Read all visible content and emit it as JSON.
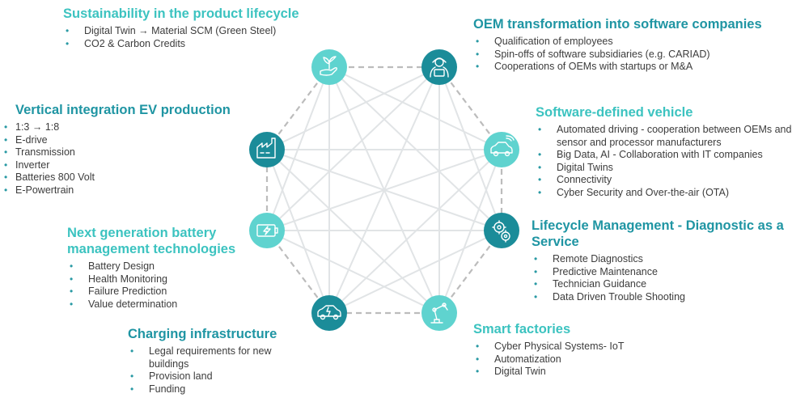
{
  "colors": {
    "light_teal": "#5fd3cf",
    "dark_teal": "#1b8c99",
    "heading_light": "#3cc3c0",
    "heading_dark": "#1f95a3",
    "connector": "#e1e4e6",
    "dash": "#bcbcbc"
  },
  "nodes": [
    {
      "id": "sustainability",
      "icon": "hand-plant-icon",
      "tone": "light"
    },
    {
      "id": "oem",
      "icon": "engineer-laptop-icon",
      "tone": "dark"
    },
    {
      "id": "sdv",
      "icon": "connected-car-icon",
      "tone": "light"
    },
    {
      "id": "lifecycle",
      "icon": "gears-icon",
      "tone": "dark"
    },
    {
      "id": "smart-factories",
      "icon": "robot-arm-icon",
      "tone": "light"
    },
    {
      "id": "charging",
      "icon": "electric-car-icon",
      "tone": "dark"
    },
    {
      "id": "battery",
      "icon": "battery-icon",
      "tone": "light"
    },
    {
      "id": "vertical",
      "icon": "factory-icon",
      "tone": "dark"
    }
  ],
  "topics": {
    "sustainability": {
      "title": "Sustainability in the product lifecycle",
      "items": [
        "Digital Twin → Material SCM (Green Steel)",
        "CO2 & Carbon Credits"
      ]
    },
    "oem": {
      "title": "OEM transformation into software companies",
      "items": [
        "Qualification of employees",
        "Spin-offs of software subsidiaries (e.g. CARIAD)",
        "Cooperations of OEMs with startups or M&A"
      ]
    },
    "sdv": {
      "title": "Software-defined vehicle",
      "items": [
        "Automated driving - cooperation between OEMs and sensor and processor manufacturers",
        "Big Data, AI - Collaboration with IT companies",
        "Digital Twins",
        "Connectivity",
        "Cyber Security and Over-the-air (OTA)"
      ]
    },
    "lifecycle": {
      "title": "Lifecycle Management - Diagnostic as a Service",
      "items": [
        "Remote Diagnostics",
        "Predictive Maintenance",
        "Technician Guidance",
        "Data Driven Trouble Shooting"
      ]
    },
    "smart": {
      "title": "Smart factories",
      "items": [
        "Cyber Physical Systems- IoT",
        "Automatization",
        "Digital Twin"
      ]
    },
    "charging": {
      "title": "Charging infrastructure",
      "items": [
        "Legal requirements for new buildings",
        "Provision land",
        "Funding"
      ]
    },
    "battery": {
      "title": "Next generation battery management technologies",
      "items": [
        "Battery Design",
        "Health Monitoring",
        "Failure Prediction",
        "Value determination"
      ]
    },
    "vertical": {
      "title": "Vertical integration EV production",
      "items": [
        "1:3 → 1:8",
        "E-drive",
        "Transmission",
        "Inverter",
        "Batteries 800 Volt",
        "E-Powertrain"
      ]
    }
  }
}
